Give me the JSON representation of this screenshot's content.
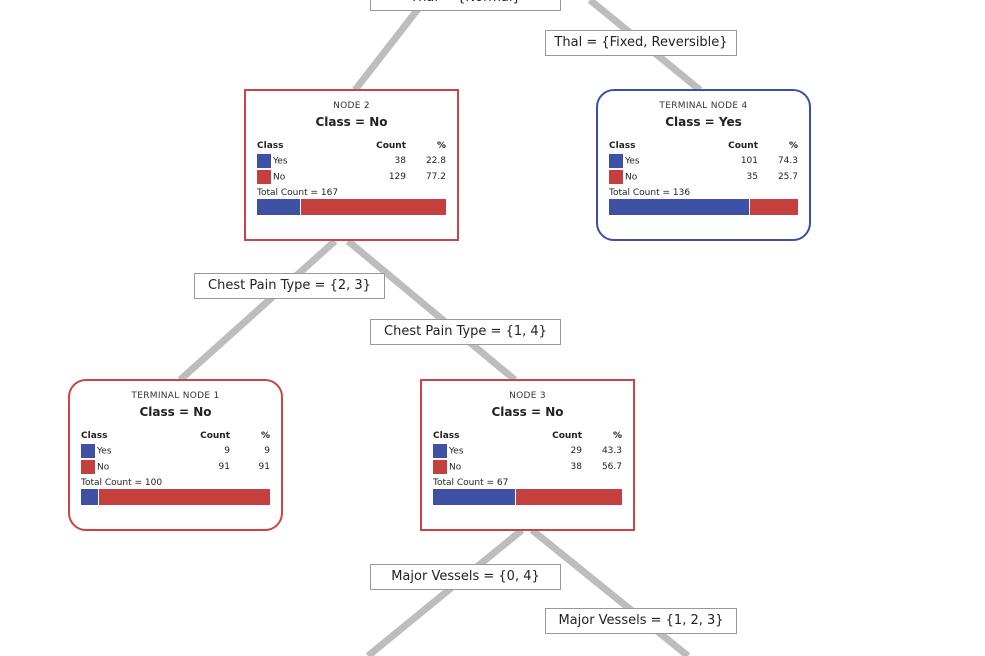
{
  "colors": {
    "yes": "#3f51a5",
    "no": "#c4403f",
    "edge": "#bdbdbd"
  },
  "split_labels": {
    "thal_normal": "Thal = {Normal}",
    "thal_fixed_rev": "Thal = {Fixed, Reversible}",
    "cp_23": "Chest Pain Type = {2, 3}",
    "cp_14": "Chest Pain Type = {1, 4}",
    "mv_04": "Major Vessels = {0, 4}",
    "mv_123": "Major Vessels = {1, 2, 3}"
  },
  "headers": {
    "class": "Class",
    "count": "Count",
    "pct": "%"
  },
  "nodes": {
    "node2": {
      "id": "NODE 2",
      "class": "Class = No",
      "yes_label": "Yes",
      "yes_count": "38",
      "yes_pct": "22.8",
      "no_label": "No",
      "no_count": "129",
      "no_pct": "77.2",
      "total": "Total Count = 167",
      "yes_fraction": 0.228
    },
    "tn4": {
      "id": "TERMINAL NODE 4",
      "class": "Class = Yes",
      "yes_label": "Yes",
      "yes_count": "101",
      "yes_pct": "74.3",
      "no_label": "No",
      "no_count": "35",
      "no_pct": "25.7",
      "total": "Total Count = 136",
      "yes_fraction": 0.743
    },
    "tn1": {
      "id": "TERMINAL NODE 1",
      "class": "Class = No",
      "yes_label": "Yes",
      "yes_count": "9",
      "yes_pct": "9",
      "no_label": "No",
      "no_count": "91",
      "no_pct": "91",
      "total": "Total Count = 100",
      "yes_fraction": 0.09
    },
    "node3": {
      "id": "NODE 3",
      "class": "Class = No",
      "yes_label": "Yes",
      "yes_count": "29",
      "yes_pct": "43.3",
      "no_label": "No",
      "no_count": "38",
      "no_pct": "56.7",
      "total": "Total Count = 67",
      "yes_fraction": 0.433
    }
  }
}
